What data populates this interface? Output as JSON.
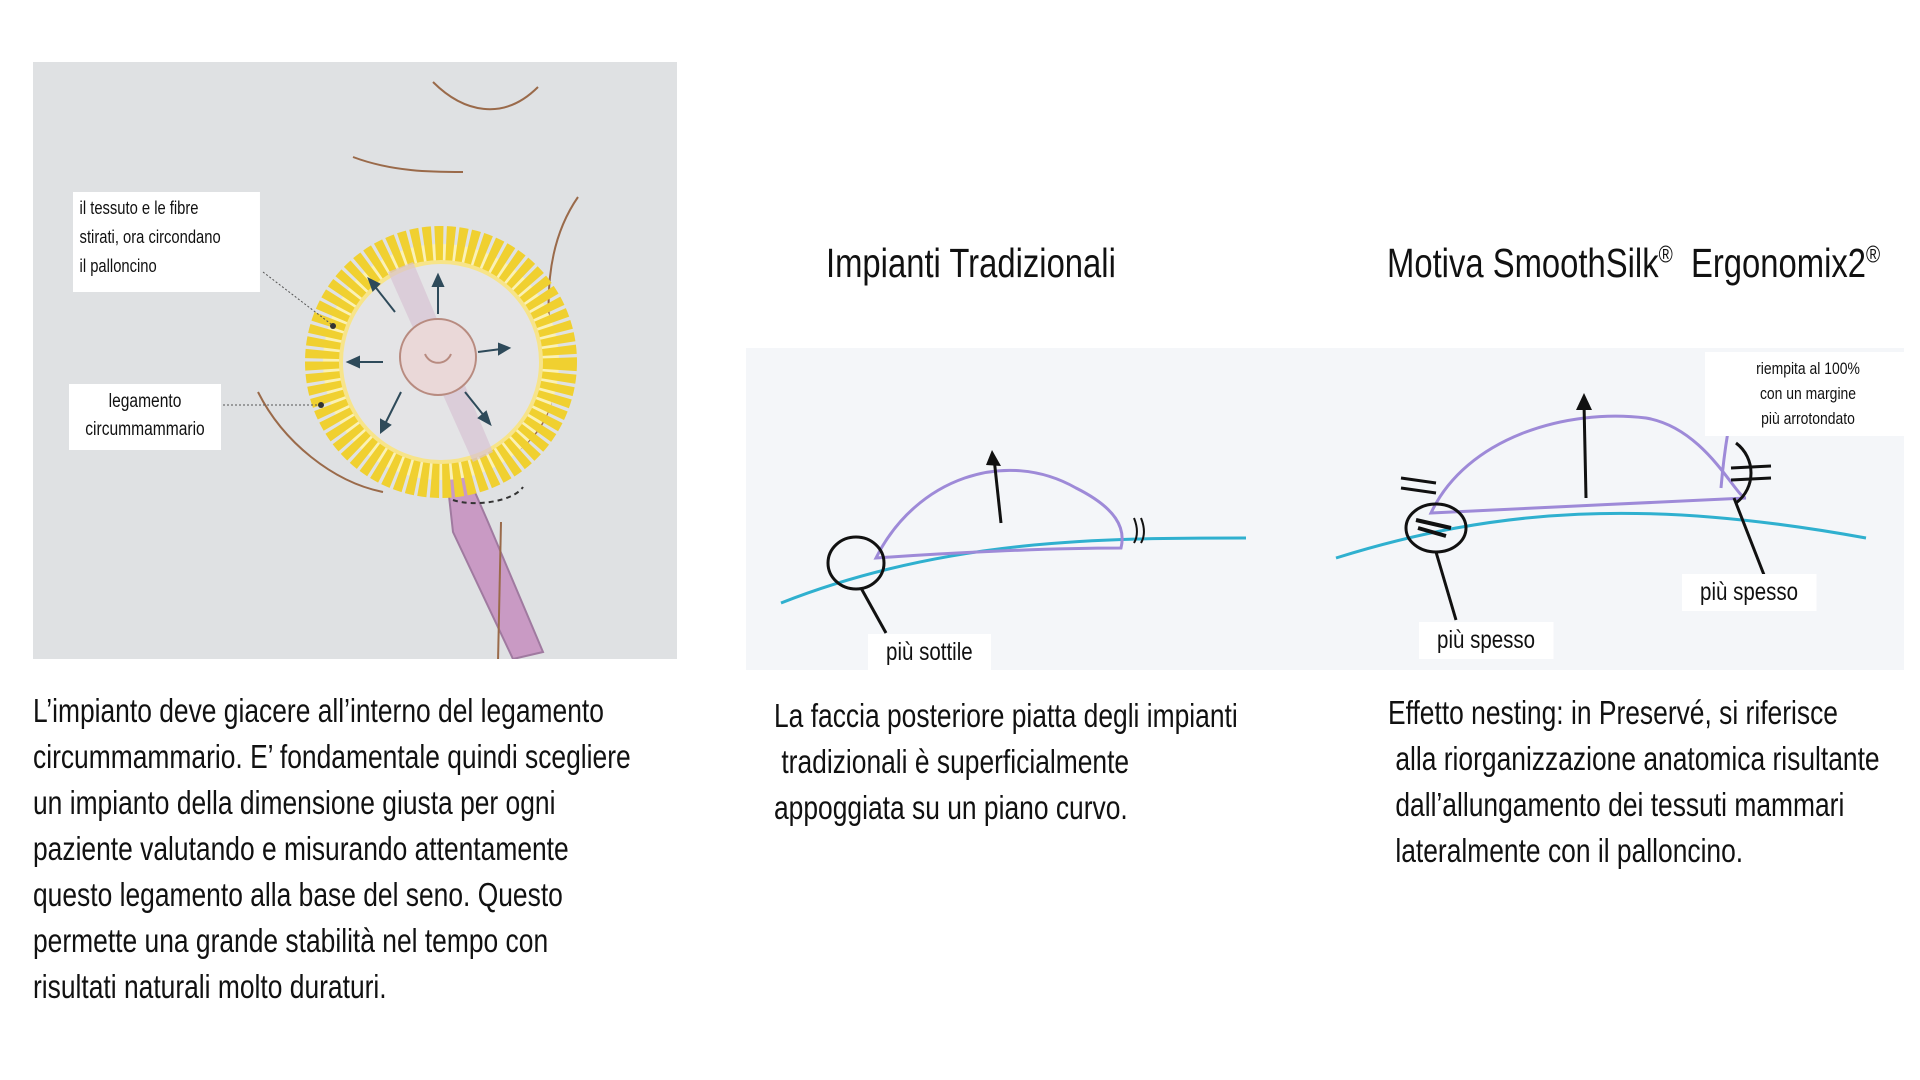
{
  "left": {
    "label_tissue": "il tessuto e le fibre stirati, ora circondano il palloncino",
    "label_tissue_lines": [
      "il tessuto e le fibre",
      "stirati, ora circondano",
      "il palloncino"
    ],
    "label_ligament_lines": [
      "legamento",
      "circummammario"
    ],
    "caption_lines": [
      "L’impianto deve giacere all’interno del legamento",
      "circummammario. E’ fondamentale quindi scegliere",
      "un impianto della dimensione giusta per ogni",
      "paziente valutando e misurando attentamente",
      "questo legamento alla base del seno. Questo",
      "permette una grande stabilità nel tempo con",
      "risultati naturali molto duraturi."
    ]
  },
  "middle": {
    "heading": "Impianti Tradizionali",
    "tag": "più sottile",
    "caption_lines": [
      "La faccia posteriore piatta degli impianti",
      " tradizionali è superficialmente",
      "appoggiata su un piano curvo."
    ]
  },
  "right": {
    "heading_main": "Motiva SmoothSilk",
    "heading_reg1": "®",
    "heading_second": "Ergonomix2",
    "heading_reg2": "®",
    "note_lines": [
      "riempita al 100%",
      "con un margine",
      "più arrotondato"
    ],
    "tag_left": "più spesso",
    "tag_right": "più spesso",
    "caption_lines": [
      "Effetto nesting: in Preservé, si riferisce",
      " alla riorganizzazione anatomica risultante",
      " dall’allungamento dei tessuti mammari",
      " lateralmente con il palloncino."
    ]
  },
  "colors": {
    "panel_bg": "#dfe1e3",
    "ring_yellow": "#f3dc5a",
    "ring_fill": "#faf1b6",
    "tube_pink": "#c99ac4",
    "skin_line": "#9a6a4a",
    "sketch_purple": "#9e8ad8",
    "sketch_blue": "#2fb0cf",
    "ink": "#111111"
  }
}
